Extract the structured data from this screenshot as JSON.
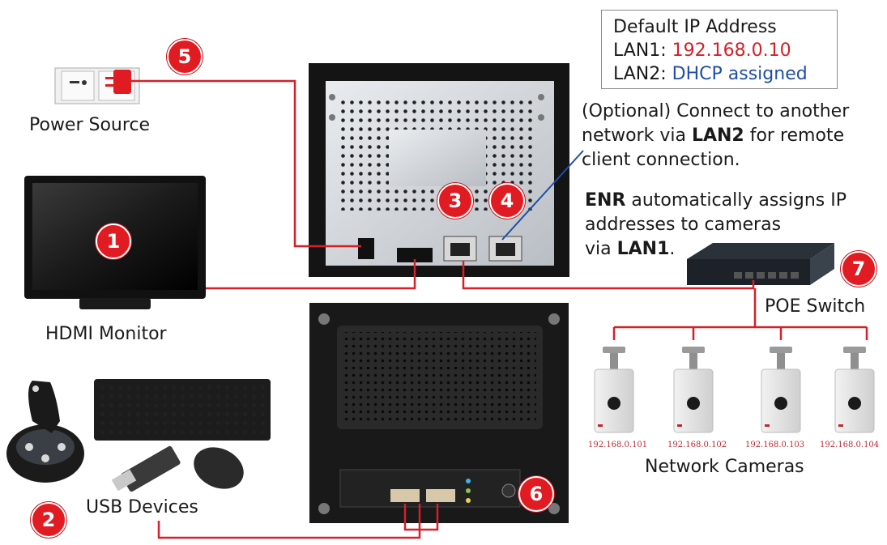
{
  "ip_box": {
    "title": "Default IP Address",
    "lan1_label": "LAN1: ",
    "lan1_value": "192.168.0.10",
    "lan2_label": "LAN2: ",
    "lan2_value": "DHCP assigned"
  },
  "labels": {
    "power_source": "Power Source",
    "hdmi_monitor": "HDMI Monitor",
    "usb_devices": "USB Devices",
    "poe_switch": "POE Switch",
    "network_cameras": "Network Cameras"
  },
  "notes": {
    "optional_line1": "(Optional) Connect to another",
    "optional_line2_pre": "network via ",
    "optional_line2_bold": "LAN2",
    "optional_line2_post": " for remote",
    "optional_line3": "client connection.",
    "enr_bold": "ENR",
    "enr_line1_post": " automatically assigns IP",
    "enr_line2": "addresses to cameras",
    "enr_line3_pre": "via ",
    "enr_line3_bold": "LAN1",
    "enr_line3_post": "."
  },
  "badges": [
    "1",
    "2",
    "3",
    "4",
    "5",
    "6",
    "7"
  ],
  "cameras": [
    {
      "ip": "192.168.0.101"
    },
    {
      "ip": "192.168.0.102"
    },
    {
      "ip": "192.168.0.103"
    },
    {
      "ip": "192.168.0.104"
    }
  ],
  "colors": {
    "accent_red": "#e11b22",
    "wire_red": "#d42029",
    "wire_blue": "#1f4fa6",
    "device_dark": "#1c1c1c"
  },
  "icons": [
    "power-outlet-icon",
    "monitor-icon",
    "joystick-icon",
    "keyboard-icon",
    "usb-stick-icon",
    "mouse-icon",
    "nvr-back-icon",
    "nvr-front-icon",
    "switch-icon",
    "camera-icon"
  ]
}
